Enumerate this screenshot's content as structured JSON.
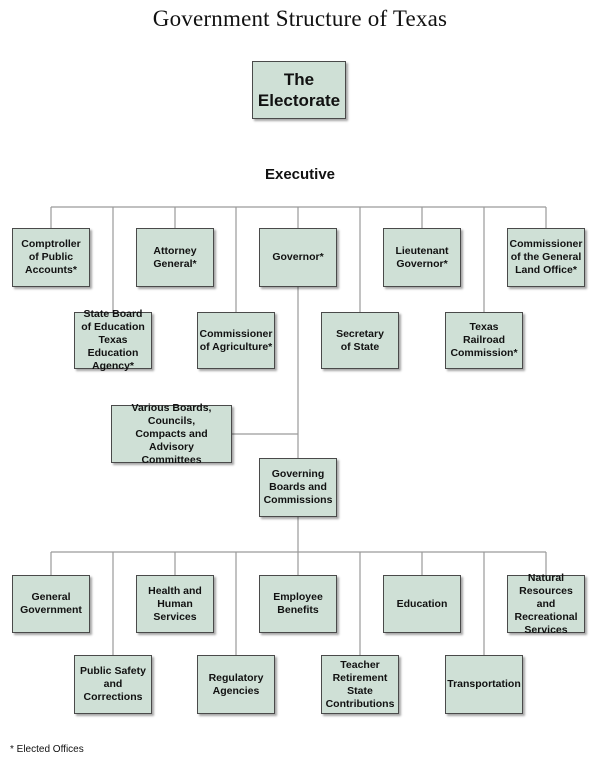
{
  "title": "Government Structure of Texas",
  "electorate": "The\nElectorate",
  "executive_label": "Executive",
  "executive_offices": {
    "comptroller": "Comptroller\nof Public\nAccounts*",
    "state_board_education": "State Board\nof Education\nTexas Education\nAgency*",
    "attorney_general": "Attorney\nGeneral*",
    "commissioner_agriculture": "Commissioner\nof Agriculture*",
    "governor": "Governor*",
    "secretary_of_state": "Secretary\nof State",
    "lieutenant_governor": "Lieutenant\nGovernor*",
    "texas_railroad_commission": "Texas Railroad\nCommission*",
    "commissioner_land_office": "Commissioner\nof the General\nLand Office*"
  },
  "various_boards": "Various Boards, Councils,\nCompacts and Advisory\nCommittees",
  "governing_boards": "Governing\nBoards and\nCommissions",
  "boards": {
    "general_government": "General\nGovernment",
    "public_safety": "Public Safety\nand Corrections",
    "health_human_services": "Health and\nHuman\nServices",
    "regulatory_agencies": "Regulatory\nAgencies",
    "employee_benefits": "Employee\nBenefits",
    "teacher_retirement": "Teacher\nRetirement State\nContributions",
    "education": "Education",
    "transportation": "Transportation",
    "natural_resources": "Natural\nResources and\nRecreational\nServices"
  },
  "footnote": "* Elected Offices",
  "colors": {
    "box_fill": "#cfe0d6",
    "box_border": "#4a4a4a",
    "line": "#9a9a9a"
  }
}
